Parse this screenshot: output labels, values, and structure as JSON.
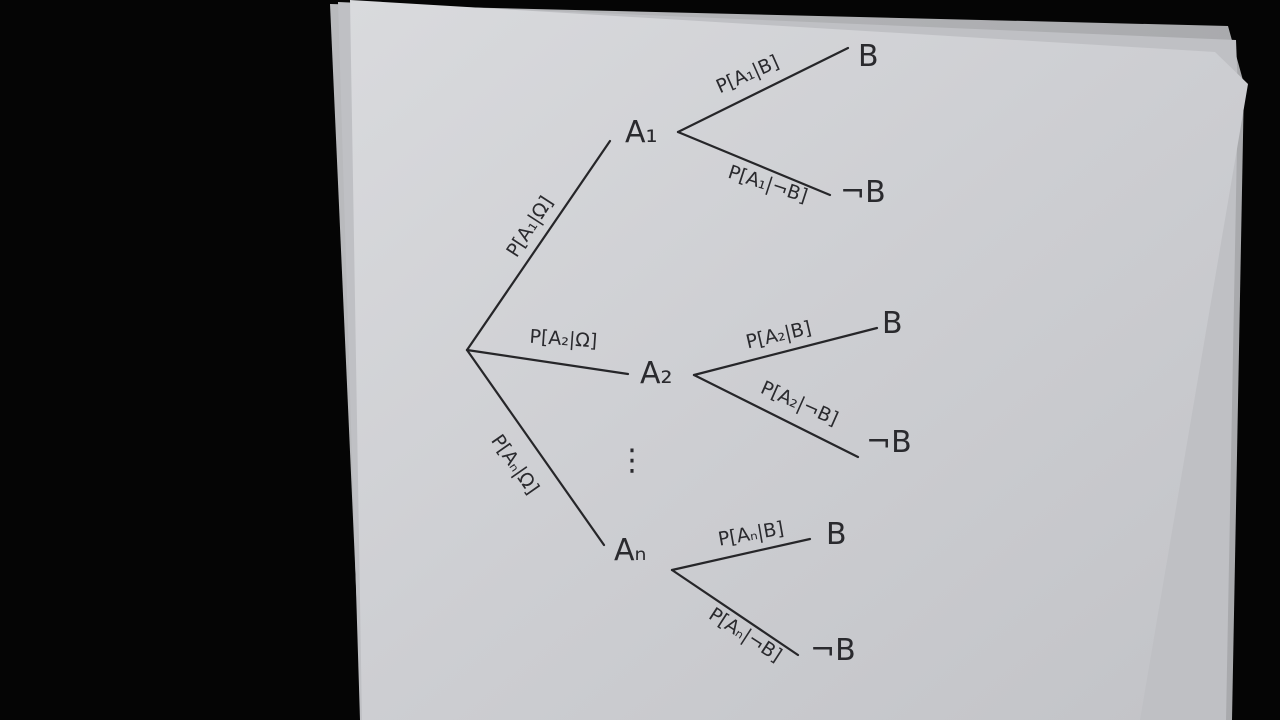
{
  "tree": {
    "root_edges": {
      "a1": "P[A₁|Ω]",
      "a2": "P[A₂|Ω]",
      "an": "P[Aₙ|Ω]"
    },
    "nodes": {
      "a1": "A₁",
      "a2": "A₂",
      "an": "Aₙ",
      "ellipsis": "⋮"
    },
    "branches": {
      "a1": {
        "b_label": "P[A₁|B]",
        "nb_label": "P[A₁|¬B]",
        "b_leaf": "B",
        "nb_leaf": "¬B"
      },
      "a2": {
        "b_label": "P[A₂|B]",
        "nb_label": "P[A₂|¬B]",
        "b_leaf": "B",
        "nb_leaf": "¬B"
      },
      "an": {
        "b_label": "P[Aₙ|B]",
        "nb_label": "P[Aₙ|¬B]",
        "b_leaf": "B",
        "nb_leaf": "¬B"
      }
    }
  }
}
